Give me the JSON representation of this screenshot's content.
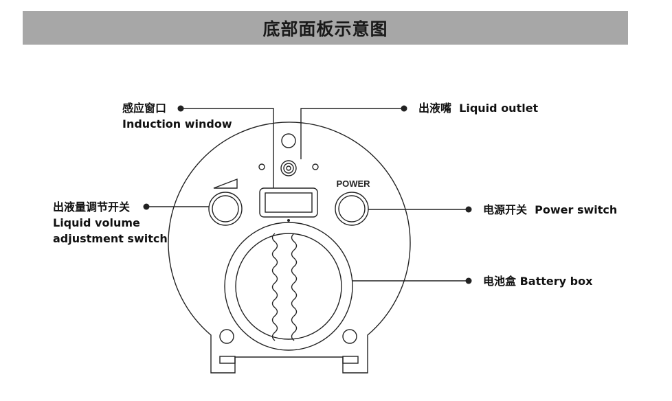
{
  "header": {
    "title": "底部面板示意图"
  },
  "device": {
    "power_button_text": "POWER"
  },
  "labels": {
    "induction_window": {
      "zh": "感应窗口",
      "en": "Induction window"
    },
    "liquid_outlet": {
      "zh": "出液嘴",
      "en": "Liquid outlet"
    },
    "volume_switch": {
      "zh": "出液量调节开关",
      "en_line1": "Liquid volume",
      "en_line2": "adjustment switch"
    },
    "power_switch": {
      "zh": "电源开关",
      "en": "Power switch"
    },
    "battery_box": {
      "zh": "电池盒",
      "en": "Battery box"
    }
  },
  "colors": {
    "title_bar": "#a7a7a7",
    "line": "#222222"
  }
}
